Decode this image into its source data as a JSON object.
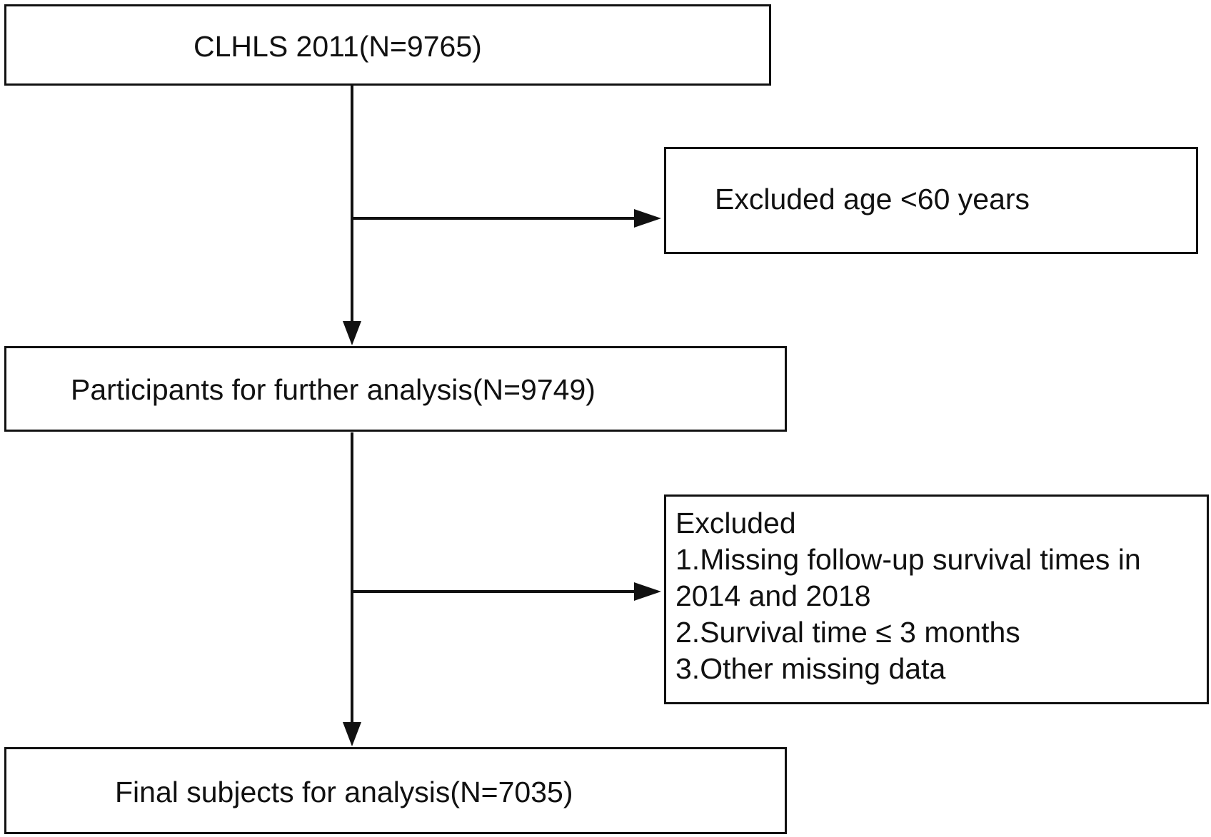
{
  "flowchart": {
    "start": {
      "text": "CLHLS 2011(N=9765)"
    },
    "exclusion_1": {
      "text": "Excluded  age <60 years"
    },
    "further_analysis": {
      "text": "Participants for further analysis(N=9749)"
    },
    "exclusion_2": {
      "heading": "Excluded",
      "lines": [
        "1.Missing follow-up survival times in",
        "2014 and 2018",
        "2.Survival time ≤ 3 months",
        "3.Other missing data"
      ]
    },
    "final": {
      "text": "Final subjects for analysis(N=7035)"
    }
  },
  "colors": {
    "line": "#111111",
    "background": "#ffffff"
  }
}
